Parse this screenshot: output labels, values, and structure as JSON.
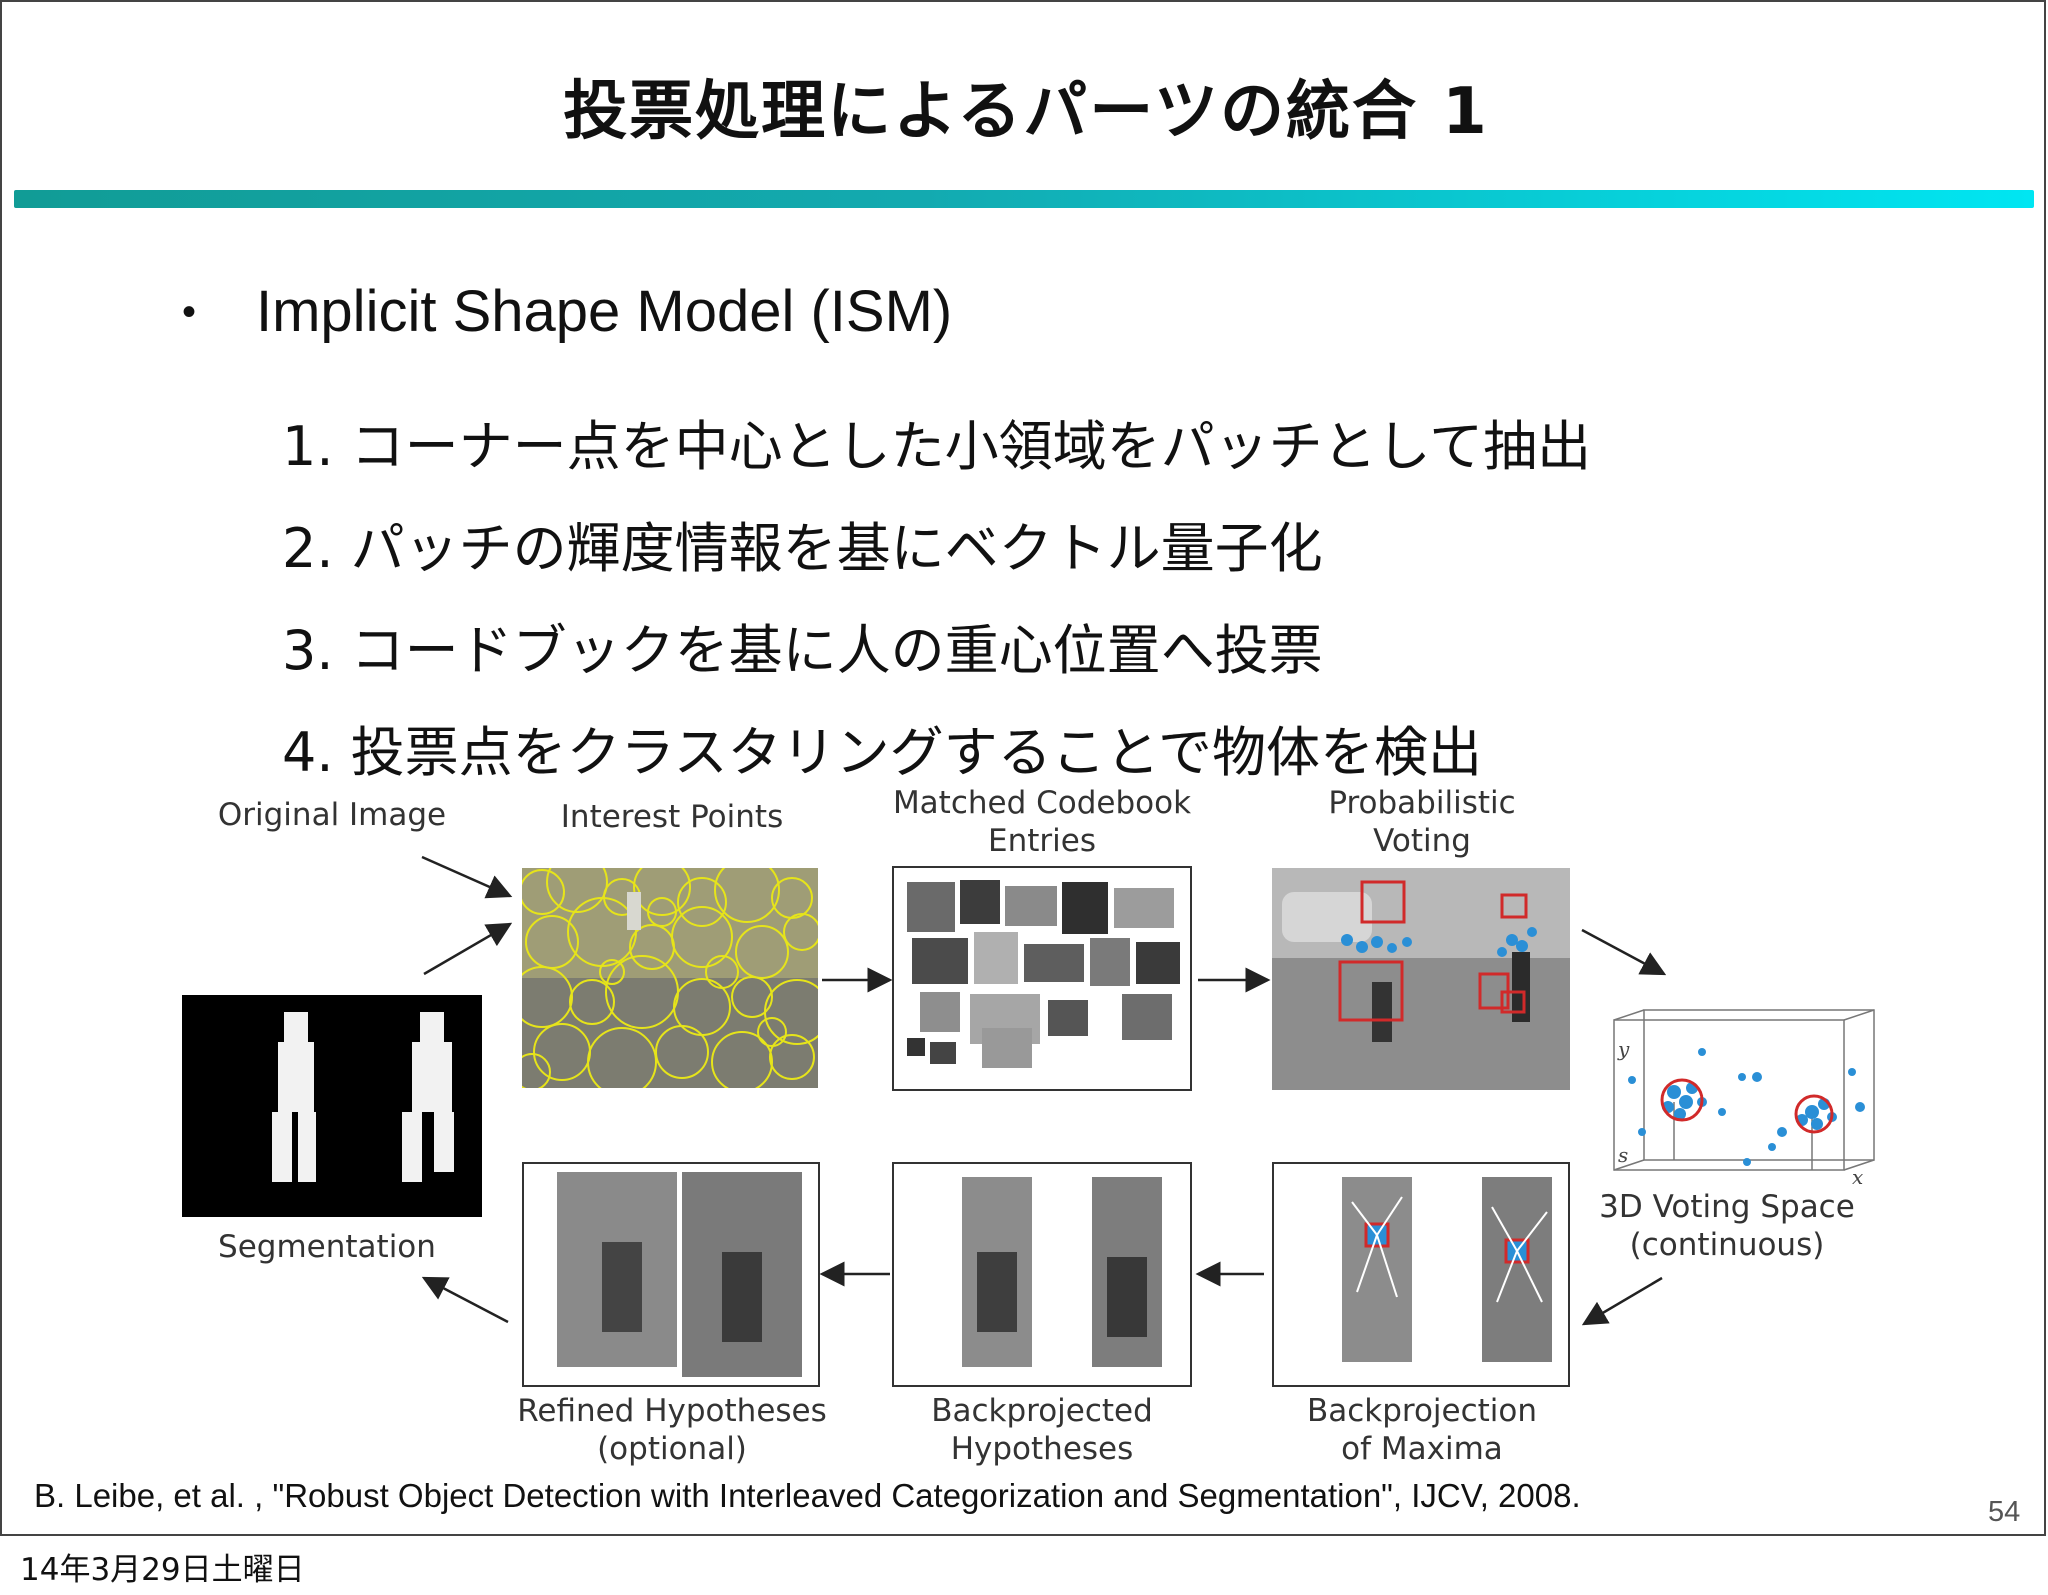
{
  "slide": {
    "title": "投票処理によるパーツの統合 1",
    "bullet": "Implicit Shape Model (ISM)",
    "steps": [
      "1. コーナー点を中心とした小領域をパッチとして抽出",
      "2. パッチの輝度情報を基にベクトル量子化",
      "3. コードブックを基に人の重心位置へ投票",
      "4. 投票点をクラスタリングすることで物体を検出"
    ],
    "citation": "B. Leibe, et al. , \"Robust Object Detection with Interleaved Categorization and Segmentation\", IJCV, 2008.",
    "page_number": "54",
    "date_footer": "14年3月29日土曜日"
  },
  "figure": {
    "labels": {
      "original_image": "Original Image",
      "interest_points": "Interest Points",
      "matched_codebook_1": "Matched Codebook",
      "matched_codebook_2": "Entries",
      "probabilistic_1": "Probabilistic",
      "probabilistic_2": "Voting",
      "voting_space_1": "3D Voting Space",
      "voting_space_2": "(continuous)",
      "backprojection_1": "Backprojection",
      "backprojection_2": "of Maxima",
      "backprojected_1": "Backprojected",
      "backprojected_2": "Hypotheses",
      "refined_1": "Refined Hypotheses",
      "refined_2": "(optional)",
      "segmentation": "Segmentation",
      "axis_y": "y",
      "axis_s": "s",
      "axis_x": "x"
    },
    "colors": {
      "rule_start": "#119c96",
      "rule_end": "#00e6f2",
      "interest_yellow": "#e6e41a",
      "vote_blue": "#2a8fd6",
      "hypothesis_red": "#d12a2a"
    }
  }
}
